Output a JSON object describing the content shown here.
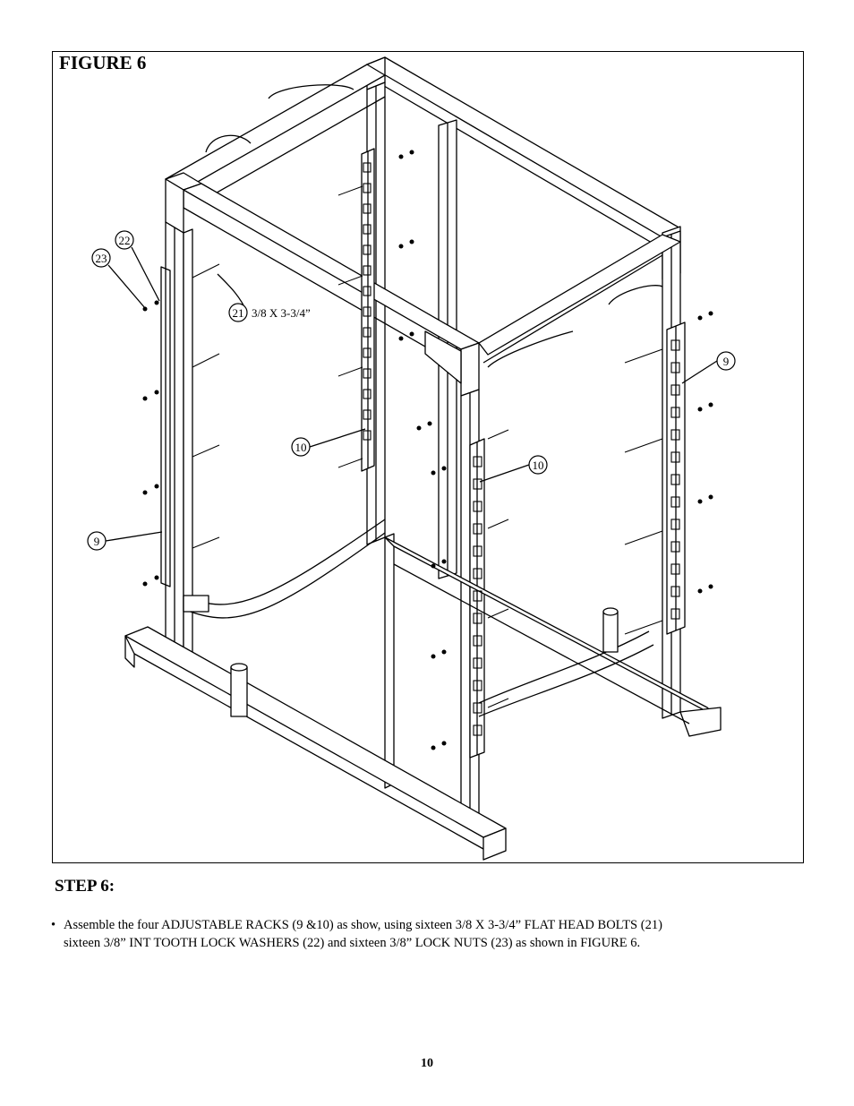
{
  "figure": {
    "title": "FIGURE  6",
    "callouts": {
      "c22": "22",
      "c23": "23",
      "c21": "21",
      "c21_spec": "3/8 X 3-3/4”",
      "c10_left": "10",
      "c10_right": "10",
      "c9_left": "9",
      "c9_right": "9"
    }
  },
  "step": {
    "title": "STEP 6:",
    "bullet": "•",
    "line1": "Assemble the four ADJUSTABLE RACKS (9 &10) as show,  using sixteen 3/8 X 3-3/4” FLAT HEAD BOLTS (21)",
    "line2": "sixteen 3/8” INT TOOTH LOCK WASHERS (22) and sixteen 3/8” LOCK NUTS (23) as shown in FIGURE 6."
  },
  "page": {
    "number": "10"
  }
}
